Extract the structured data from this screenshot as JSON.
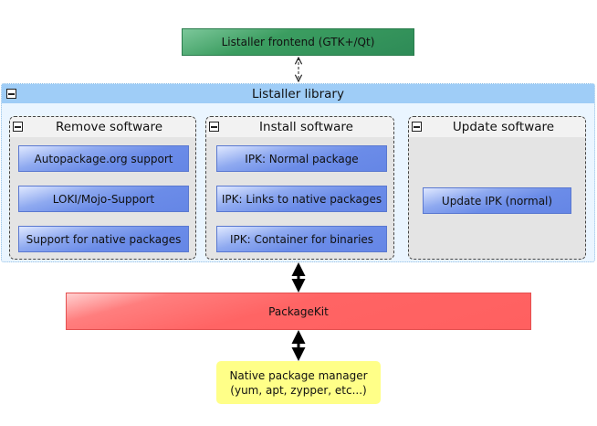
{
  "frontend": {
    "label": "Listaller frontend (GTK+/Qt)",
    "color": "#2e8b57"
  },
  "library": {
    "title": "Listaller library",
    "header_color": "#9fcdf7",
    "groups": [
      {
        "title": "Remove software",
        "items": [
          "Autopackage.org support",
          "LOKI/Mojo-Support",
          "Support for native packages"
        ]
      },
      {
        "title": "Install software",
        "items": [
          "IPK: Normal package",
          "IPK: Links to native packages",
          "IPK: Container for binaries"
        ]
      },
      {
        "title": "Update software",
        "items": [
          "Update IPK (normal)"
        ]
      }
    ]
  },
  "packagekit": {
    "label": "PackageKit",
    "color": "#ff6464"
  },
  "native": {
    "line1": "Native package manager",
    "line2": "(yum, apt, zypper, etc...)",
    "color": "#ffff88"
  },
  "item_color": "#6b8ce8"
}
